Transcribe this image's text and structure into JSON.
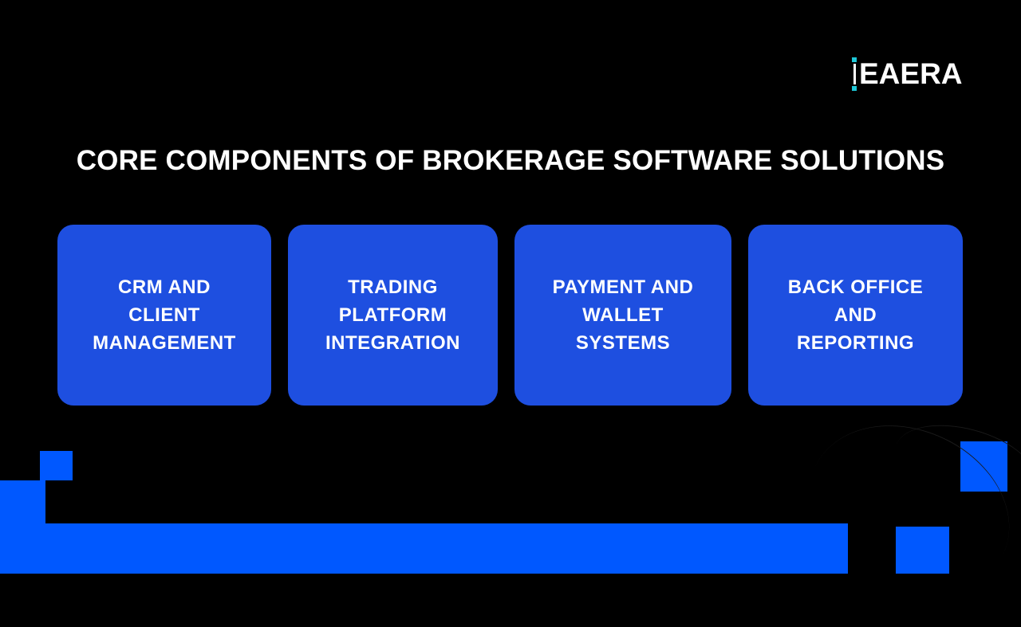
{
  "brand": {
    "logo_text": "EAERA",
    "accent_color": "#1ec8d8"
  },
  "title": "CORE COMPONENTS OF BROKERAGE SOFTWARE SOLUTIONS",
  "cards": [
    {
      "label": "CRM AND\nCLIENT\nMANAGEMENT"
    },
    {
      "label": "TRADING\nPLATFORM\nINTEGRATION"
    },
    {
      "label": "PAYMENT AND\nWALLET\nSYSTEMS"
    },
    {
      "label": "BACK OFFICE\nAND\nREPORTING"
    }
  ],
  "colors": {
    "background": "#000000",
    "card_fill": "#1e4fe0",
    "decor_blue": "#0058ff",
    "text": "#ffffff"
  }
}
